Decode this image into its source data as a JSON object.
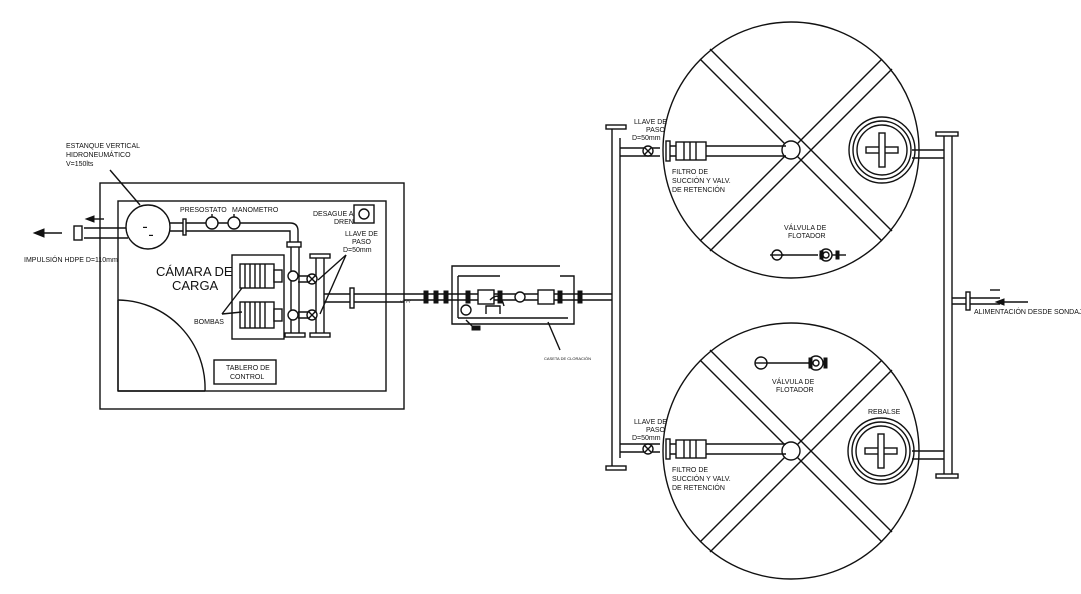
{
  "labels": {
    "tank_line1": "ESTANQUE VERTICAL",
    "tank_line2": "HIDRONEUMÁTICO",
    "tank_line3": "V=150lts",
    "impulsion": "IMPULSIÓN HDPE D=110mm",
    "presostato": "PRESOSTATO",
    "manometro": "MANOMETRO",
    "desague_line1": "DESAGUE A",
    "desague_line2": "DREN",
    "llave_line1": "LLAVE DE",
    "llave_line2": "PASO",
    "llave_line3": "D=50mm",
    "camara_line1": "CÁMARA DE",
    "camara_line2": "CARGA",
    "bombas": "BOMBAS",
    "tablero_line1": "TABLERO DE",
    "tablero_line2": "CONTROL",
    "caseta": "CASETA DE CLORACIÓN",
    "small_tag": "YYYY",
    "llave_top_line1": "LLAVE DE",
    "llave_top_line2": "PASO",
    "llave_top_line3": "D=50mm",
    "filtro_top_line1": "FILTRO DE",
    "filtro_top_line2": "SUCCIÓN Y VALV.",
    "filtro_top_line3": "DE RETENCIÓN",
    "valvula_top_line1": "VÁLVULA DE",
    "valvula_top_line2": "FLOTADOR",
    "alimentacion": "ALIMENTACIÓN DESDE SONDAJE",
    "valvula_bot_line1": "VÁLVULA DE",
    "valvula_bot_line2": "FLOTADOR",
    "rebalse": "REBALSE",
    "llave_bot_line1": "LLAVE DE",
    "llave_bot_line2": "PASO",
    "llave_bot_line3": "D=50mm",
    "filtro_bot_line1": "FILTRO DE",
    "filtro_bot_line2": "SUCCIÓN Y VALV.",
    "filtro_bot_line3": "DE RETENCIÓN"
  }
}
